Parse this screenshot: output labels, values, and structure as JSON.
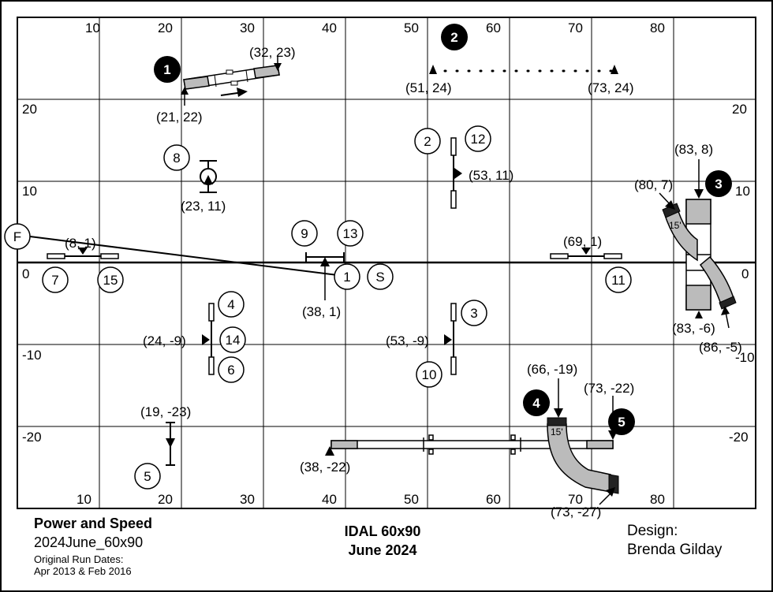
{
  "grid": {
    "top_labels": [
      "10",
      "20",
      "30",
      "40",
      "50",
      "60",
      "70",
      "80"
    ],
    "bottom_labels": [
      "10",
      "20",
      "30",
      "40",
      "50",
      "60",
      "70",
      "80"
    ],
    "left_labels": [
      "20",
      "10",
      "0",
      "-10",
      "-20"
    ],
    "right_labels": [
      "20",
      "10",
      "0",
      "-10",
      "-20"
    ]
  },
  "coords": {
    "c32_23": "(32, 23)",
    "c21_22": "(21, 22)",
    "c51_24": "(51, 24)",
    "c73_24": "(73, 24)",
    "c23_11": "(23, 11)",
    "c53_11": "(53, 11)",
    "c83_8": "(83, 8)",
    "c80_7": "(80, 7)",
    "c8_1": "(8, 1)",
    "c69_1": "(69, 1)",
    "c38_1": "(38, 1)",
    "c83_m6": "(83, -6)",
    "c86_m5": "(86, -5)",
    "c24_m9": "(24, -9)",
    "c53_m9": "(53, -9)",
    "c66_m19": "(66, -19)",
    "c73_m22": "(73, -22)",
    "c19_m23": "(19, -23)",
    "c38_m22": "(38, -22)",
    "c73_m27": "(73, -27)"
  },
  "tunnel_labels": {
    "upper": "15'",
    "lower": "15'"
  },
  "numbers": {
    "n1": "1",
    "n2": "2",
    "n3": "3",
    "n4": "4",
    "n5": "5",
    "n6": "6",
    "n7": "7",
    "n8": "8",
    "n9": "9",
    "n10": "10",
    "n11": "11",
    "n12": "12",
    "n13": "13",
    "n14": "14",
    "n15": "15",
    "start": "S",
    "finish": "F",
    "b1": "1",
    "b2": "2",
    "b3": "3",
    "b4": "4",
    "b5": "5"
  },
  "footer": {
    "title": "Power and Speed",
    "subtitle": "2024June_60x90",
    "run_dates_label": "Original Run Dates:",
    "run_dates": "Apr 2013 & Feb 2016",
    "center_line1": "IDAL 60x90",
    "center_line2": "June 2024",
    "design_label": "Design:",
    "designer": "Brenda Gilday"
  }
}
